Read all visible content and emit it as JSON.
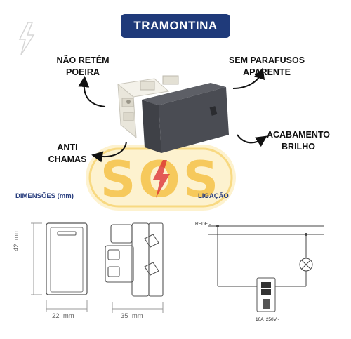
{
  "brand": {
    "name": "TRAMONTINA"
  },
  "features": {
    "dust": "NÃO RETÉM\nPOEIRA",
    "screws": "SEM PARAFUSOS\nAPARENTE",
    "flame": "ANTI\nCHAMAS",
    "finish": "ACABAMENTO\nBRILHO"
  },
  "watermark": {
    "text": "SOS"
  },
  "sections": {
    "dimensions": "DIMENSÕES (mm)",
    "wiring": "LIGAÇÃO"
  },
  "dimensions": {
    "height": "42  mm",
    "width": "22  mm",
    "depth": "35  mm"
  },
  "wiring": {
    "network": "REDE -",
    "rating": "10A  250V~"
  },
  "colors": {
    "brand": "#1f3a7a",
    "watermark": "#f2a900",
    "accent": "#d9272e"
  }
}
